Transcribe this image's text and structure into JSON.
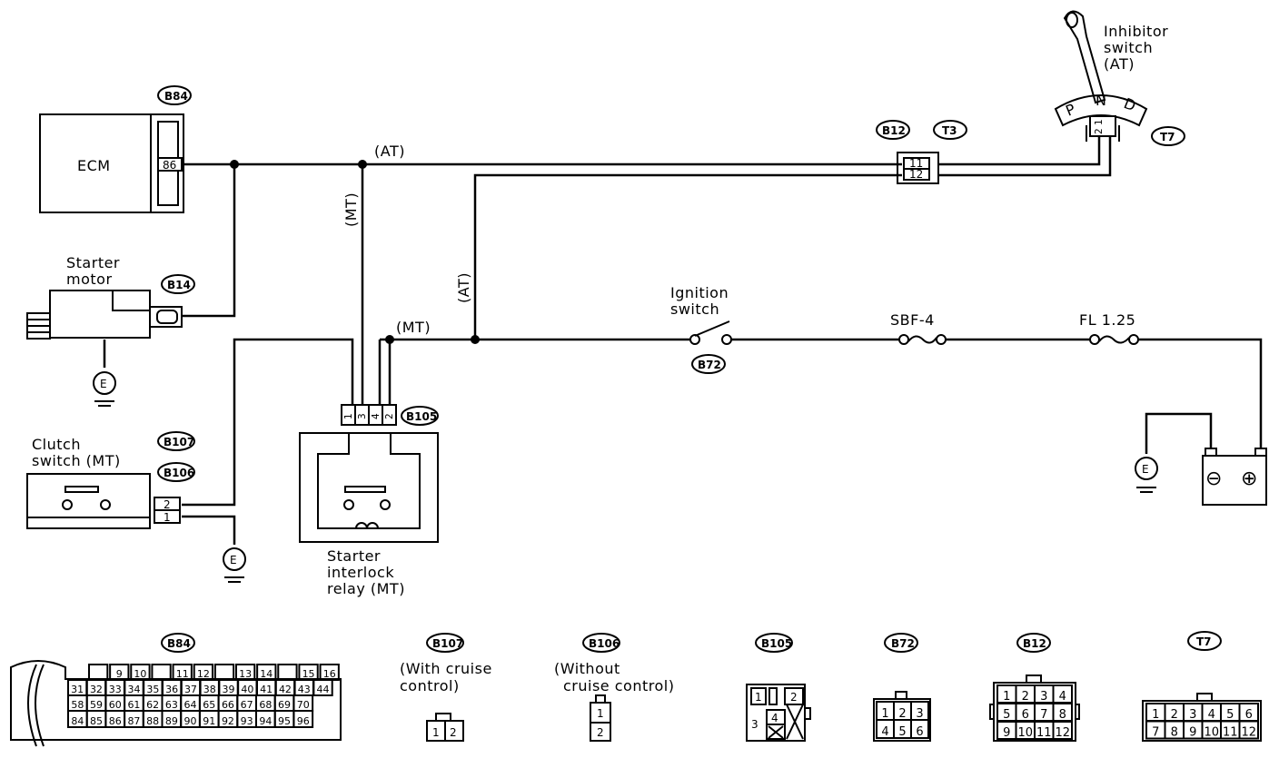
{
  "labels": {
    "ecm": "ECM",
    "starter_motor": [
      "Starter",
      "motor"
    ],
    "clutch_switch": [
      "Clutch",
      "switch (MT)"
    ],
    "starter_relay": [
      "Starter",
      "interlock",
      "relay (MT)"
    ],
    "ignition_switch": [
      "Ignition",
      "switch"
    ],
    "inhibitor_switch": [
      "Inhibitor",
      "switch",
      "(AT)"
    ],
    "fuse_sbf": "SBF-4",
    "fuse_fl": "FL 1.25",
    "wire_at": "(AT)",
    "wire_mt": "(MT)",
    "ground": "E",
    "gear_p": "P",
    "gear_n": "N",
    "gear_d": "D",
    "minus": "⊖",
    "plus": "⊕"
  },
  "tags": {
    "b84": "B84",
    "b14": "B14",
    "b107": "B107",
    "b106": "B106",
    "b105": "B105",
    "b72": "B72",
    "b12": "B12",
    "t3": "T3",
    "t7": "T7"
  },
  "pins": {
    "ecm_pin": "86",
    "b12_top": "11",
    "b12_bottom": "12",
    "b105": [
      "1",
      "3",
      "4",
      "2"
    ],
    "clutch": [
      "2",
      "1"
    ],
    "inhibitor": "2 1"
  },
  "bottom_connectors": {
    "b107_note": [
      "(With cruise",
      "control)"
    ],
    "b106_note": [
      "(Without",
      "cruise control)"
    ],
    "b84_rows": [
      [
        "",
        "9",
        "10",
        "",
        "11",
        "12",
        "",
        "13",
        "14",
        "",
        "15",
        "16"
      ],
      [
        "31",
        "32",
        "33",
        "34",
        "35",
        "36",
        "37",
        "38",
        "39",
        "40",
        "41",
        "42",
        "43",
        "44"
      ],
      [
        "58",
        "59",
        "60",
        "61",
        "62",
        "63",
        "64",
        "65",
        "66",
        "67",
        "68",
        "69",
        "70"
      ],
      [
        "84",
        "85",
        "86",
        "87",
        "88",
        "89",
        "90",
        "91",
        "92",
        "93",
        "94",
        "95",
        "96"
      ]
    ],
    "b107_pins": [
      "1",
      "2"
    ],
    "b106_pins": [
      "1",
      "2"
    ],
    "b105_pins": [
      "1",
      "2",
      "3",
      "4"
    ],
    "b72_pins": [
      "1",
      "2",
      "3",
      "4",
      "5",
      "6"
    ],
    "b12_pins": [
      "1",
      "2",
      "3",
      "4",
      "5",
      "6",
      "7",
      "8",
      "9",
      "10",
      "11",
      "12"
    ],
    "t7_pins": [
      "1",
      "2",
      "3",
      "4",
      "5",
      "6",
      "7",
      "8",
      "9",
      "10",
      "11",
      "12"
    ]
  }
}
